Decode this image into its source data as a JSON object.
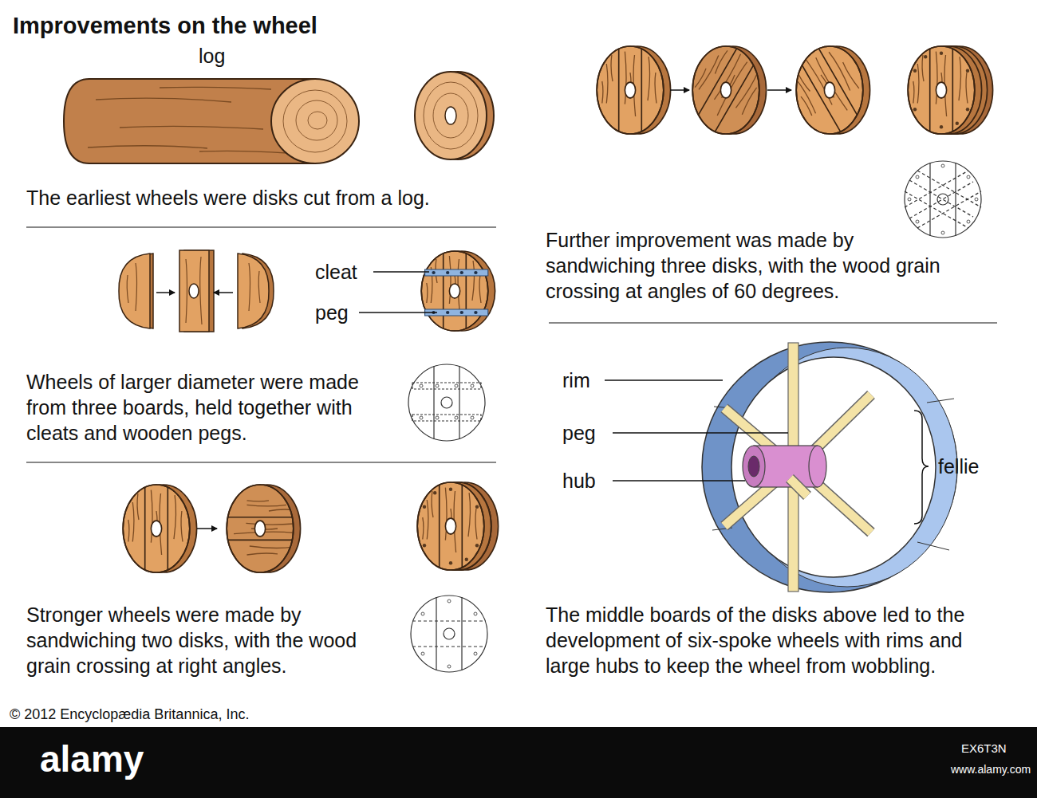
{
  "diagram": {
    "title": "Improvements on the wheel",
    "labels": [
      "log",
      "The earliest wheels were disks cut from a log.",
      "cleat",
      "peg",
      "Wheels of larger diameter were made from three boards, held together with cleats and wooden pegs.",
      "Stronger wheels were made by sandwiching two disks, with the wood grain crossing at right angles.",
      "Further improvement was made by sandwiching three disks, with the wood grain crossing at angles of 60 degrees.",
      "rim",
      "peg",
      "hub",
      "fellie",
      "The middle boards of the disks above led to the development of six-spoke wheels with rims and large hubs to keep the wheel from wobbling.",
      "© 2012 Encyclopædia Britannica, Inc.",
      "alamy",
      "EX6T3N",
      "www.alamy.com"
    ]
  }
}
